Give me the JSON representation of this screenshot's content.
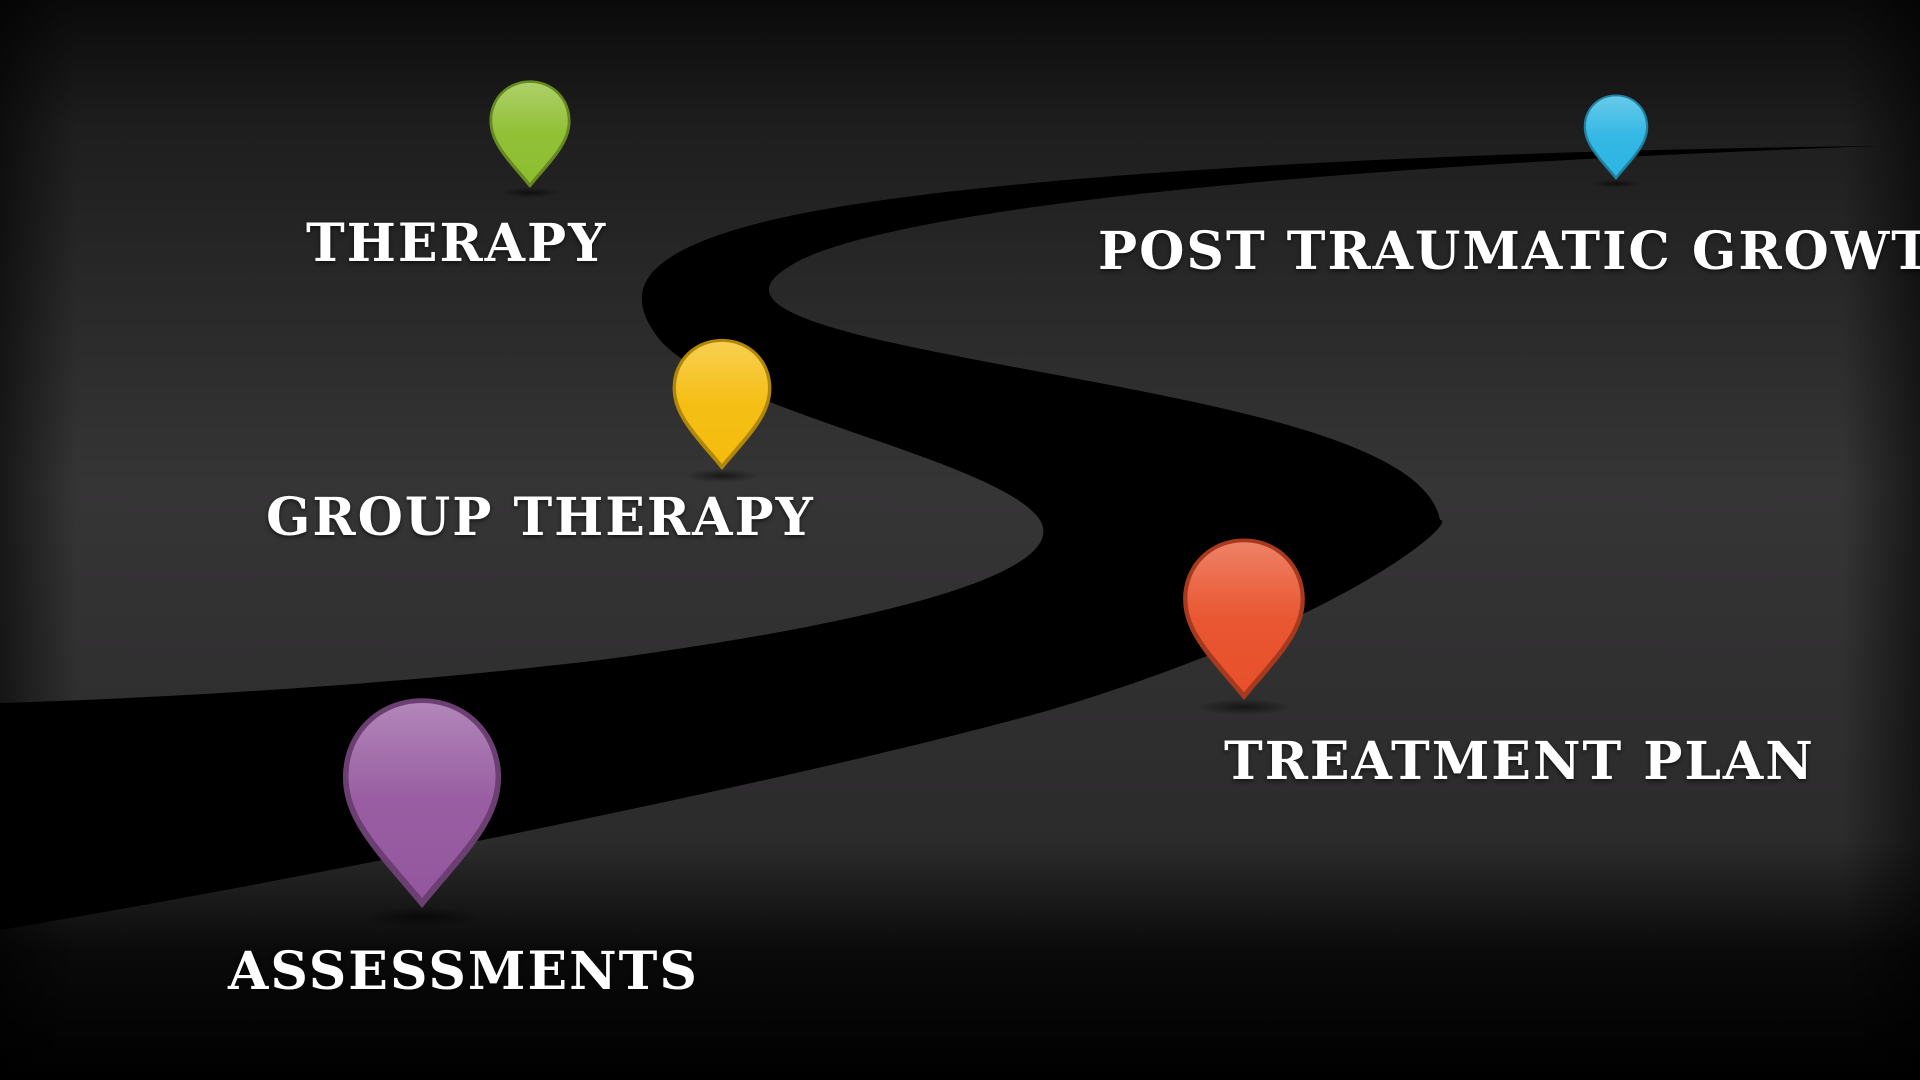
{
  "milestones": [
    {
      "id": "therapy",
      "label": "THERAPY",
      "color": "#8DBE2F",
      "icon": "map-pin-icon"
    },
    {
      "id": "group_therapy",
      "label": "GROUP THERAPY",
      "color": "#F5BC0C",
      "icon": "map-pin-icon"
    },
    {
      "id": "post_traumatic_growth",
      "label": "POST TRAUMATIC GROWTH",
      "color": "#2CB5E3",
      "icon": "map-pin-icon"
    },
    {
      "id": "treatment_plan",
      "label": "TREATMENT PLAN",
      "color": "#E8502A",
      "icon": "map-pin-icon"
    },
    {
      "id": "assessments",
      "label": "ASSESSMENTS",
      "color": "#94579E",
      "icon": "map-pin-icon"
    }
  ],
  "colors": {
    "background_top": "#141414",
    "background_mid": "#333233",
    "road": "#000000",
    "text": "#FFFFFF"
  }
}
